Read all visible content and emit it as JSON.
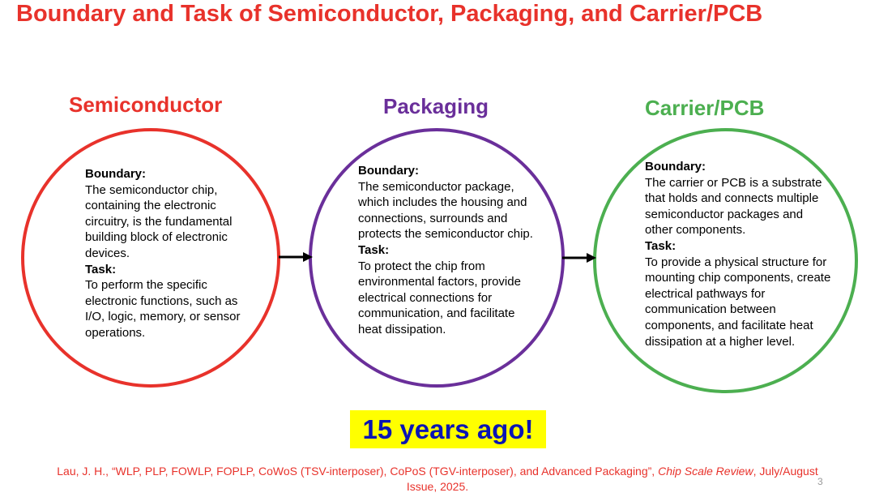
{
  "title": "Boundary and Task of Semiconductor, Packaging, and Carrier/PCB",
  "colors": {
    "title": "#e8322b",
    "semiconductor": "#e8322b",
    "packaging": "#6a2f9a",
    "carrier": "#4caf50",
    "badge_bg": "#ffff00",
    "badge_text": "#0a14b4"
  },
  "sections": [
    {
      "heading": "Semiconductor",
      "boundary_label": "Boundary:",
      "boundary_text": "The semiconductor chip, containing the electronic circuitry, is the fundamental building block of electronic devices.",
      "task_label": "Task:",
      "task_text": "To perform the specific electronic functions, such as I/O, logic, memory, or sensor operations."
    },
    {
      "heading": "Packaging",
      "boundary_label": "Boundary:",
      "boundary_text": "The semiconductor package, which includes the housing and connections, surrounds and protects the semiconductor chip.",
      "task_label": "Task:",
      "task_text": "To protect the chip from environmental factors, provide electrical connections for communication, and facilitate heat dissipation."
    },
    {
      "heading": "Carrier/PCB",
      "boundary_label": "Boundary:",
      "boundary_text": "The carrier or PCB is a substrate that holds and connects multiple semiconductor packages and other components.",
      "task_label": "Task:",
      "task_text": "To provide a physical structure for mounting chip components, create electrical pathways for communication between components, and facilitate heat dissipation at a higher level."
    }
  ],
  "badge": "15 years ago!",
  "reference": {
    "prefix": "Lau, J. H., “WLP, PLP, FOWLP, FOPLP, CoWoS (TSV-interposer), CoPoS (TGV-interposer), and Advanced Packaging”, ",
    "journal": "Chip Scale Review",
    "suffix": ", July/August Issue, 2025."
  },
  "page_number": "3"
}
